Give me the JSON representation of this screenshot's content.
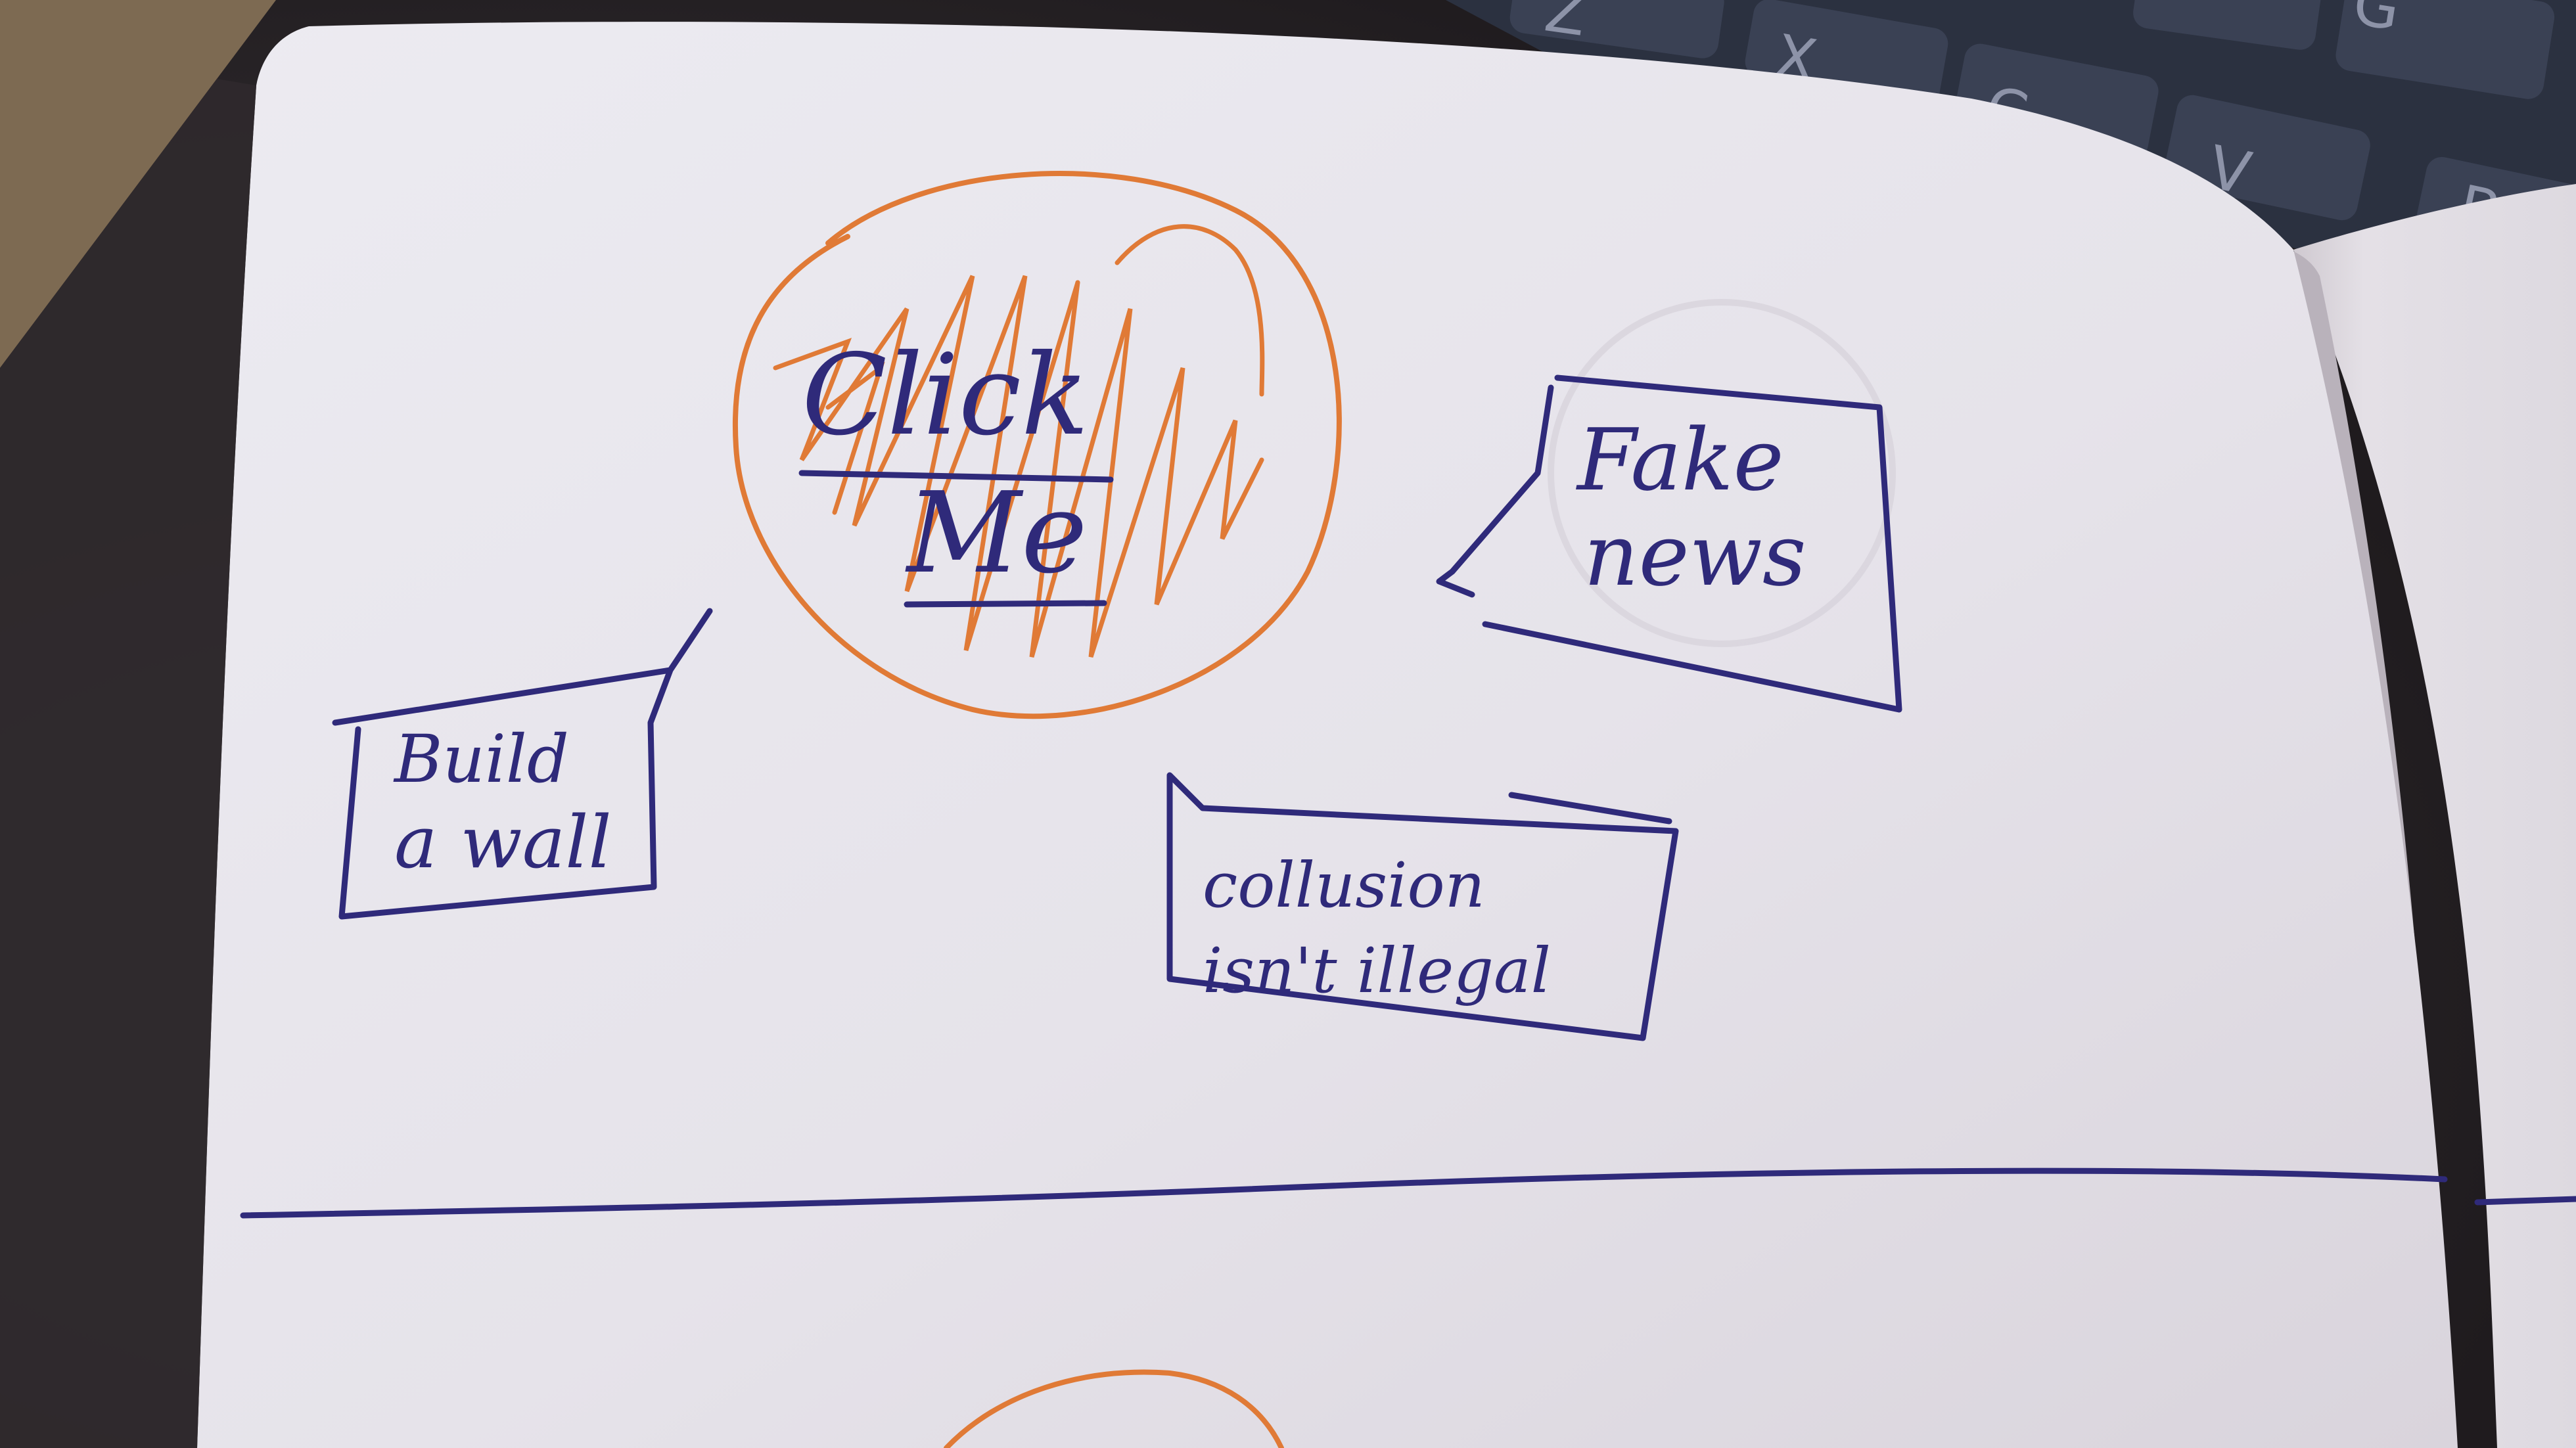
{
  "sketch": {
    "bubble_click_line1": "Click",
    "bubble_click_line2": "Me",
    "bubble_fake_line1": "Fake",
    "bubble_fake_line2": "news",
    "box_wall_line1": "Build",
    "box_wall_line2": "a wall",
    "box_collusion_line1": "collusion",
    "box_collusion_line2": "isn't illegal"
  },
  "keyboard": {
    "keys": [
      "Z",
      "X",
      "C",
      "V",
      "G",
      "B"
    ]
  },
  "colors": {
    "paper": "#ebe8ee",
    "blue_ink": "#2f2a7a",
    "orange_ink": "#e07a36"
  }
}
